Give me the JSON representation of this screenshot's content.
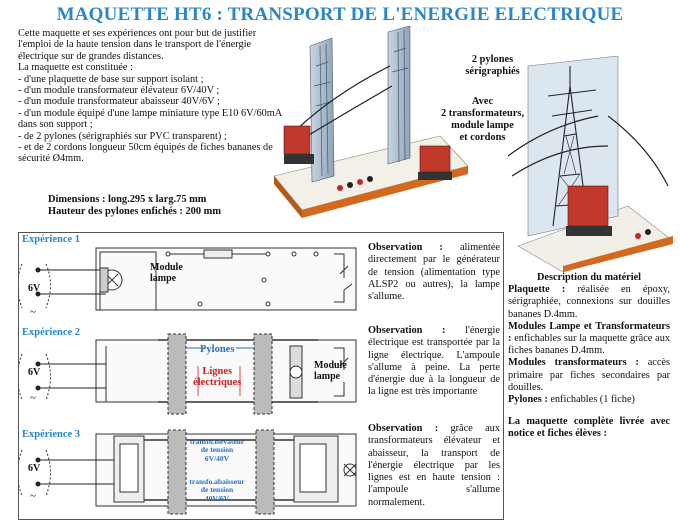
{
  "title": "MAQUETTE HT6 : TRANSPORT DE L'ENERGIE ELECTRIQUE",
  "intro": {
    "paragraph": "Cette maquette et ses expériences ont pour but de justifier l'emploi de la haute tension dans le transport de l'énergie électrique sur de grandes distances.",
    "list_intro": "La maquette est constituée :",
    "items": [
      "- d'une plaquette de base sur support isolant ;",
      "- d'un module transformateur élévateur 6V/40V ;",
      "-  d'un module transformateur abaisseur 40V/6V ;",
      "- d'un module équipé d'une lampe miniature type E10 6V/60mA dans son support ;",
      "- de 2 pylones (sérigraphiés sur PVC transparent) ;",
      "- et de 2 cordons longueur 50cm équipés de fiches bananes de sécurité Ø4mm."
    ]
  },
  "dimensions": {
    "line1": "Dimensions : long.295 x larg.75 mm",
    "line2": "Hauteur des pylones enfichés : 200 mm"
  },
  "captions": {
    "pylons": [
      "2 pylones",
      "sérigraphiés"
    ],
    "with": [
      "Avec",
      "2 transformateurs,",
      "module lampe",
      "et cordons"
    ]
  },
  "description": {
    "heading": "Description du matériel",
    "plaquette_label": "Plaquette :",
    "plaquette_text": " réalisée en époxy, sérigraphiée, connexions sur douilles bananes D.4mm.",
    "modules_label": "Modules Lampe et Transformateurs :",
    "modules_text": " enfichables sur la maquette grâce aux fiches bananes D.4mm.",
    "transfo_label": "Modules transformateurs :",
    "transfo_text": " accès primaire par fiches secondaires par douilles.",
    "pylones_label": "Pylones :",
    "pylones_text": " enfichables (1 fiche)",
    "delivered": "La maquette complète livrée avec notice et fiches élèves :"
  },
  "experiments": [
    {
      "label": "Expérience 1",
      "voltage": "6V",
      "tilde": "~",
      "module_label": [
        "Module",
        "lampe"
      ],
      "obs_label": "Observation :",
      "obs_text": " alimentée directement par le générateur de tension (alimentation type ALSP2 ou autres), la lampe s'allume."
    },
    {
      "label": "Expérience 2",
      "voltage": "6V",
      "tilde": "~",
      "pylones_label": "Pylones",
      "lignes_label": [
        "Lignes",
        "électriques"
      ],
      "module_label": [
        "Module",
        "lampe"
      ],
      "obs_label": "Observation :",
      "obs_text": " l'énergie électrique est transportée par la ligne électrique. L'ampoule s'allume à peine. La perte d'énergie due à la longueur de la ligne est très importante"
    },
    {
      "label": "Expérience 3",
      "voltage": "6V",
      "tilde": "~",
      "transfo_up": [
        "transfo.élévateur",
        "de tension",
        "6V/40V"
      ],
      "transfo_down": [
        "transfo.abaisseur",
        "de tension",
        "40V/6V"
      ],
      "obs_label": "Observation :",
      "obs_text": " grâce aux transformateurs élévateur et abaisseur, la transport de l'énergie électrique par les lignes est en haute tension : l'ampoule s'allume normalement."
    }
  ],
  "colors": {
    "title": "#2a86c8",
    "red_label": "#d22020",
    "blue_label": "#2a6fc0"
  }
}
